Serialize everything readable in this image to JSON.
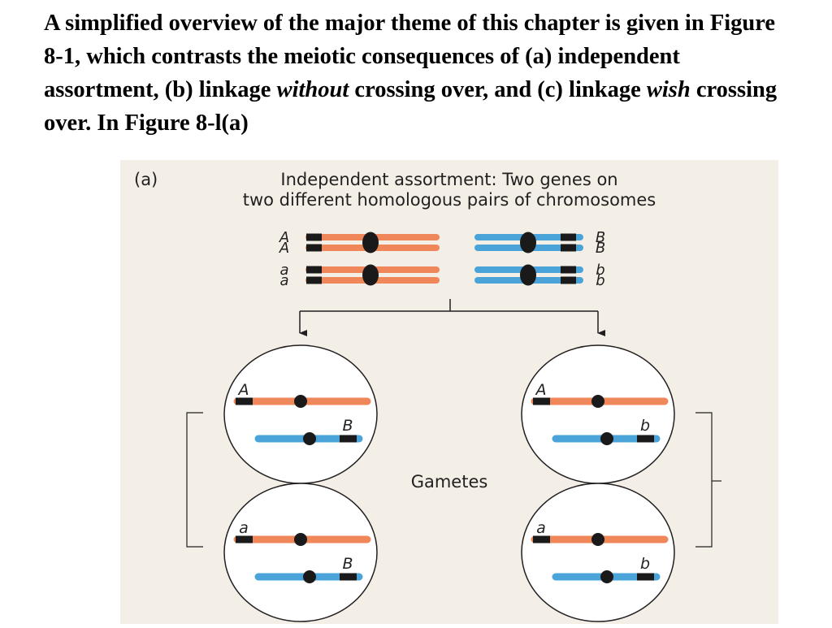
{
  "intro": {
    "t1": "A simplified overview of the major theme of this chapter is given in Figure 8-1, which contrasts the meiotic consequences of (a) independent assortment, (b) linkage ",
    "t2": "without",
    "t3": " crossing over, and (c) linkage ",
    "t4": "wish",
    "t5": " crossing over. In Figure 8-l(a)"
  },
  "figure": {
    "panel_label": "(a)",
    "title_line1": "Independent assortment: Two genes on",
    "title_line2": "two different homologous pairs of chromosomes",
    "parent_alleles_left": [
      "A",
      "A",
      "a",
      "a"
    ],
    "parent_alleles_right": [
      "B",
      "B",
      "b",
      "b"
    ],
    "gametes_label": "Gametes",
    "gametes": [
      {
        "top": "A",
        "bottom": "B"
      },
      {
        "top": "A",
        "bottom": "b"
      },
      {
        "top": "a",
        "bottom": "B"
      },
      {
        "top": "a",
        "bottom": "b"
      }
    ],
    "colors": {
      "orange": "#f0875a",
      "blue": "#4aa3d9",
      "marker": "#1a1a1a",
      "line": "#231f20"
    }
  }
}
